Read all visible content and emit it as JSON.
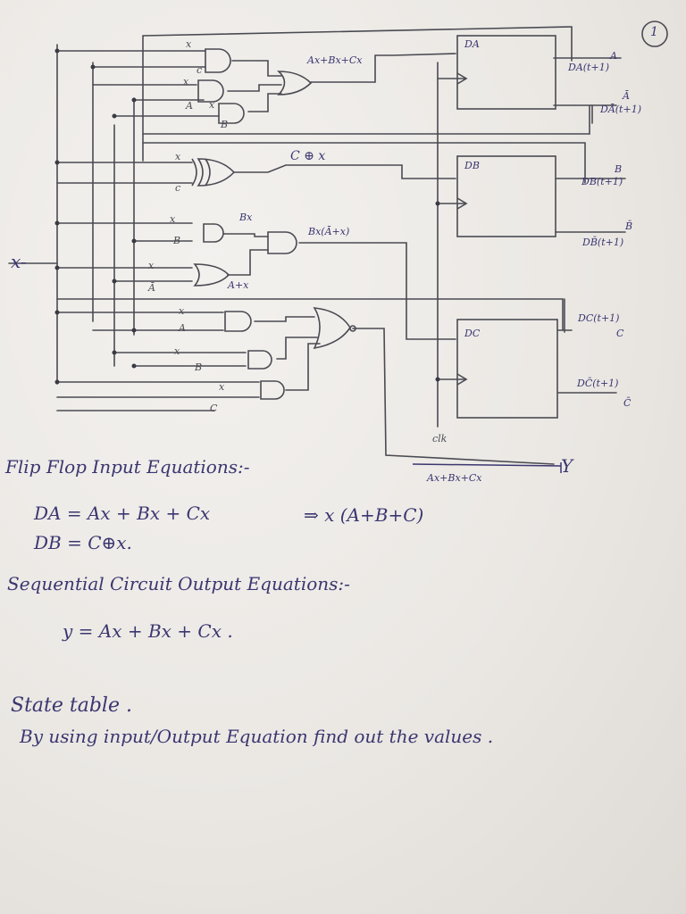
{
  "page_number": "1",
  "circuit": {
    "input_label": "x-",
    "gate_inputs": {
      "g1": [
        "x",
        "c"
      ],
      "g2": [
        "x",
        "A"
      ],
      "g3": [
        "x",
        "B"
      ],
      "xor": [
        "x",
        "c"
      ],
      "bx": [
        "x",
        "B"
      ],
      "ax": [
        "x",
        "Ā"
      ],
      "ya": [
        "x",
        "A"
      ],
      "yb": [
        "x",
        "B"
      ],
      "yc": [
        "x",
        "C"
      ]
    },
    "gate_labels": {
      "da_expr": "Ax+Bx+Cx",
      "db_expr": "C ⊕ x",
      "bx_out": "Bx",
      "ax_out": "A+x",
      "dc_expr": "Bx(Ā+x)",
      "y_expr": "Ax+Bx+Cx"
    },
    "flipflops": [
      {
        "name": "DA",
        "q": "DA(t+1)",
        "q_top": "A",
        "qbar": "DĀ(t+1)",
        "qbar_top": "Ā"
      },
      {
        "name": "DB",
        "q": "DB(t+1)",
        "q_top": "B",
        "qbar": "DB̄(t+1)",
        "qbar_top": "B̄"
      },
      {
        "name": "DC",
        "q": "DC(t+1)",
        "q_top": "C",
        "qbar": "DC̄(t+1)",
        "qbar_top": "C̄"
      }
    ],
    "clock_label": "clk",
    "output_label": "Y"
  },
  "notes": {
    "section1_title": "Flip Flop Input Equations:-",
    "eq_da": "DA = Ax + Bx + Cx",
    "eq_da_simplified": "⇒ x (A+B+C)",
    "eq_db": "DB = C⊕x.",
    "section2_title": "Sequential Circuit Output Equations:-",
    "eq_y": "y = Ax + Bx + Cx .",
    "section3_title": "State table .",
    "instruction": "By using input/Output Equation find out the values ."
  },
  "colors": {
    "ink": "#3b3670",
    "pencil": "#4a4a52",
    "paper": "#ebe8e4"
  }
}
